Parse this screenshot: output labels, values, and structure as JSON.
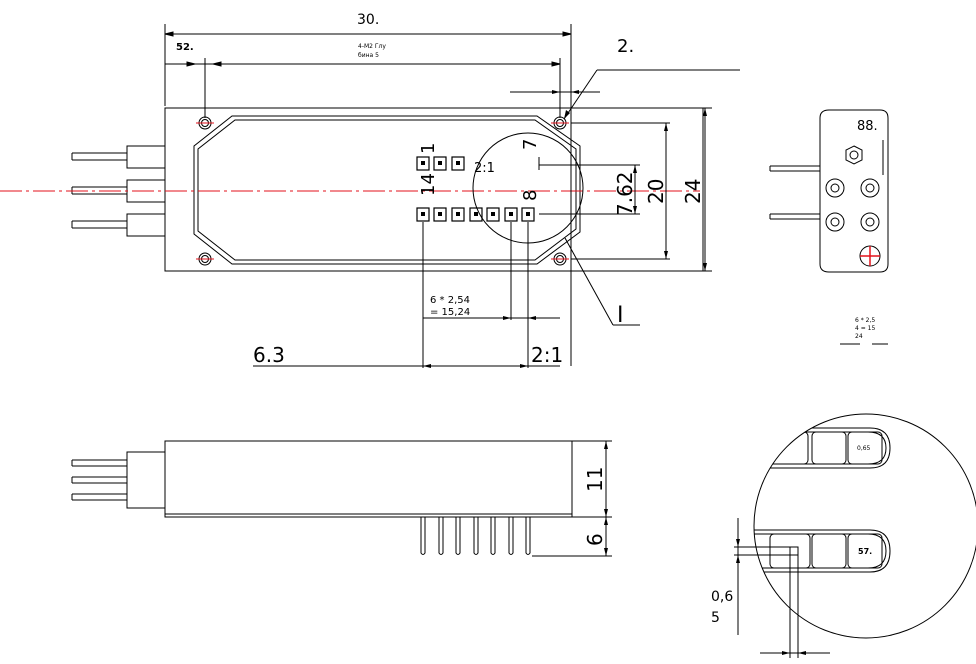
{
  "top_view": {
    "overall_length": "30.",
    "hole_offset": "52.",
    "note_line1": "4-M2 Глу",
    "note_line2": "бина 5",
    "hole_callout": "2.",
    "detail_scale_inner": "2:1",
    "pin_label_1": "1",
    "pin_label_14": "14",
    "pin_label_7": "7",
    "pin_label_8": "8",
    "row_pitch": "7.62",
    "height_20": "20",
    "height_24": "24",
    "pitch_note_line1": "6 * 2,54",
    "pitch_note_line2": "= 15,24",
    "dim_63": "6.3",
    "detail_scale": "2:1",
    "detail_marker": "I"
  },
  "end_view": {
    "label": "88.",
    "note_line1": "6 * 2,5",
    "note_line2": "4 = 15",
    "note_line3": "24"
  },
  "side_view": {
    "height_11": "11",
    "height_6": "6"
  },
  "detail_view": {
    "pad_label_top": "0,65",
    "pad_label_bottom": "57.",
    "dim_06": "0,6",
    "dim_5": "5"
  },
  "colors": {
    "centerline": "#e3121b",
    "line": "#000000"
  }
}
